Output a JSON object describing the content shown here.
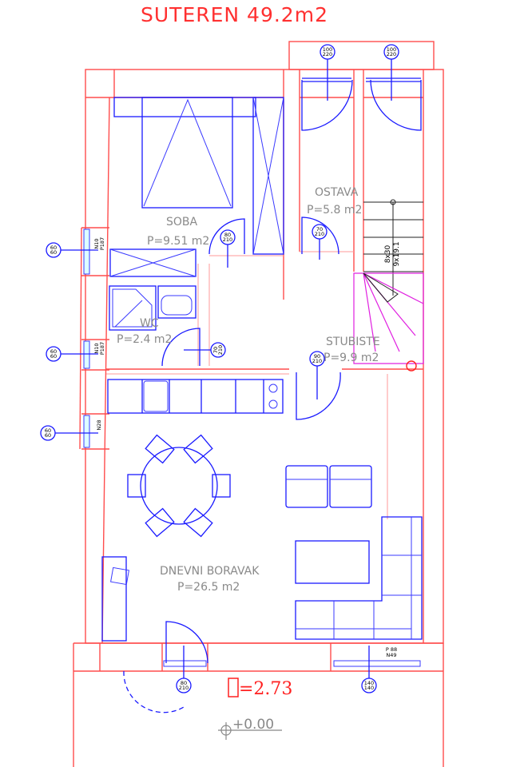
{
  "title": "SUTEREN  49.2m2",
  "rooms": {
    "soba": {
      "name": "SOBA",
      "area": "P=9.51  m2"
    },
    "ostava": {
      "name": "OSTAVA",
      "area": "P=5.8  m2"
    },
    "wc": {
      "name": "WC",
      "area": "P=2.4  m2"
    },
    "stubiste": {
      "name": "STUBISTE",
      "area": "P=9.9  m2"
    },
    "dnevni_boravak": {
      "name": "DNEVNI  BORAVAK",
      "area": "P=26.5  m2"
    }
  },
  "door_tags": [
    {
      "w": "100",
      "h": "220"
    },
    {
      "w": "100",
      "h": "220"
    },
    {
      "w": "80",
      "h": "210"
    },
    {
      "w": "70",
      "h": "210"
    },
    {
      "w": "70",
      "h": "210"
    },
    {
      "w": "90",
      "h": "210"
    },
    {
      "w": "80",
      "h": "210"
    },
    {
      "w": "140",
      "h": "140"
    }
  ],
  "window_tags": [
    {
      "w": "60",
      "h": "60",
      "label1": "N10",
      "label2": "P187"
    },
    {
      "w": "60",
      "h": "60",
      "label1": "N10",
      "label2": "P187"
    },
    {
      "w": "60",
      "h": "60",
      "label1": "N28",
      "label2": ""
    }
  ],
  "balcony_window_label": {
    "line1": "P 88",
    "line2": "N49"
  },
  "stairs": {
    "line1": "8x30",
    "line2": "9x19.1"
  },
  "ceiling_height": "=2.73",
  "floor_level": "+0.00",
  "colors": {
    "walls": "#ff4d4d",
    "furniture": "#1a1aff",
    "stair_winder": "#e020e0",
    "room_text": "#8a8a8a"
  }
}
